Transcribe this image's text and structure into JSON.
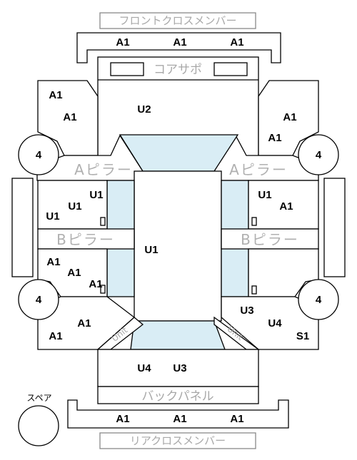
{
  "labels": {
    "front_cross_member": "フロントクロスメンバー",
    "core_support": "コアサポ",
    "a_pillar": "Aピラー",
    "b_pillar": "Bピラー",
    "back_panel": "バックパネル",
    "rear_cross_member": "リアクロスメンバー",
    "spare": "スペア",
    "unit": "Unit"
  },
  "codes": {
    "a1": "A1",
    "u1": "U1",
    "u2": "U2",
    "u3": "U3",
    "u4": "U4",
    "s1": "S1",
    "wheel": "4"
  },
  "colors": {
    "glass": "#d9edf5",
    "label_gray": "#a8a8a8",
    "line": "#000000"
  }
}
